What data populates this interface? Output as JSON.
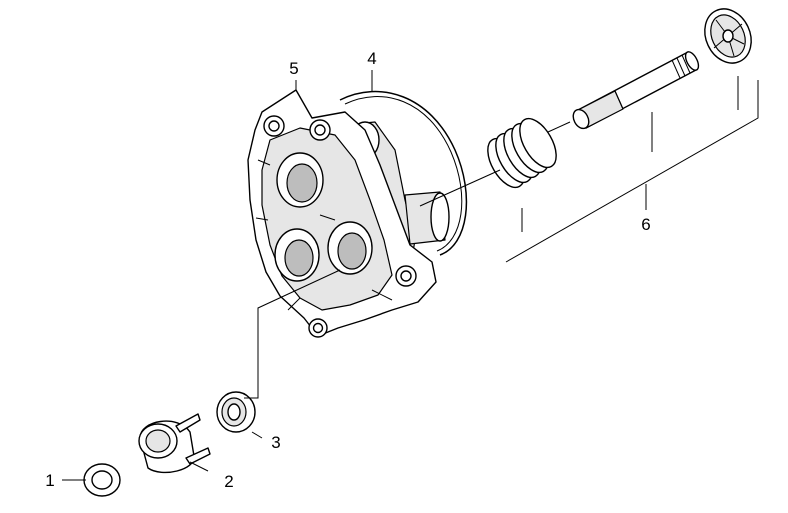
{
  "diagram": {
    "callouts": [
      {
        "id": "1",
        "label": "1"
      },
      {
        "id": "2",
        "label": "2"
      },
      {
        "id": "3",
        "label": "3"
      },
      {
        "id": "4",
        "label": "4"
      },
      {
        "id": "5",
        "label": "5"
      },
      {
        "id": "6",
        "label": "6"
      }
    ],
    "colors": {
      "line": "#000000",
      "background": "#ffffff",
      "shade": "#e6e6e6",
      "dark_shade": "#bdbdbd"
    }
  }
}
